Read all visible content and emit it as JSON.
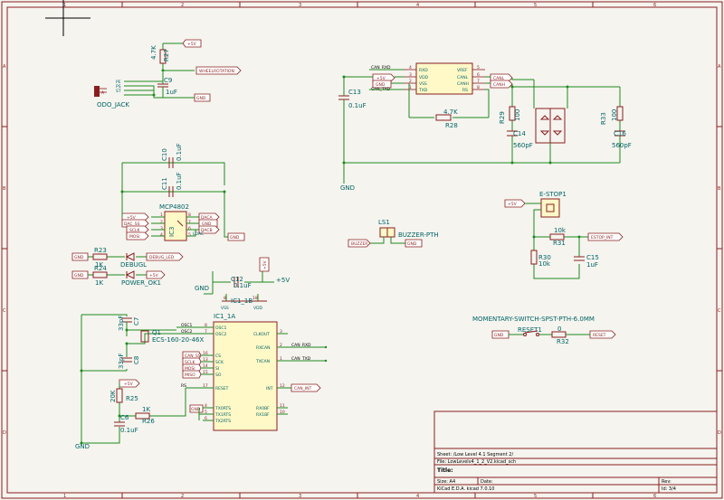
{
  "frame": {
    "columns": [
      "1",
      "2",
      "3",
      "4",
      "5",
      "6"
    ],
    "rows": [
      "A",
      "B",
      "C",
      "D"
    ]
  },
  "odo": {
    "jack_ref": "ODO_JACK",
    "pins": [
      "PE",
      "PS",
      "ST",
      "A"
    ],
    "r27_ref": "R27",
    "r27_val": "4.7K",
    "vcc": "+5V",
    "wheel_label": "WHEELROTATION",
    "c9_ref": "C9",
    "c9_val": "1uF",
    "gnd": "GND"
  },
  "can": {
    "pins_left": [
      "CAN_RXD",
      "+5V",
      "GND",
      "CAN_TXD"
    ],
    "pnums_left": [
      "4",
      "3",
      "2",
      "1"
    ],
    "pins_inner_left": [
      "RXD",
      "VDD",
      "VSS",
      "TXD"
    ],
    "pins_inner_right": [
      "VREF",
      "CANL",
      "CANH",
      "RS"
    ],
    "pnums_right": [
      "5",
      "6",
      "7",
      "8"
    ],
    "out_labels": [
      "CANL",
      "CANH"
    ],
    "c13_ref": "C13",
    "c13_val": "0.1uF",
    "gnd": "GND",
    "r28_ref": "R28",
    "r28_val": "4.7K",
    "r29_ref": "R29",
    "r29_val": "100",
    "r33_ref": "R33",
    "r33_val": "100",
    "c14_ref": "C14",
    "c14_val": "560pF",
    "c16_ref": "C16",
    "c16_val": "560pF"
  },
  "mcp": {
    "c10_ref": "C10",
    "c10_val": "0.1uF",
    "c11_ref": "C11",
    "c11_val": "0.1uF",
    "ref": "IC3",
    "name": "MCP4802",
    "left_labels": [
      "+5V",
      "DAC_SS",
      "SCLK",
      "MOSI"
    ],
    "right_labels": [
      "DACA",
      "GND",
      "DACB"
    ],
    "right_pnums": [
      "8",
      "7",
      "6",
      "5"
    ],
    "left_pnums": [
      "1",
      "2",
      "3",
      "4"
    ],
    "gnd": "GND",
    "value_tag": "LDAC"
  },
  "leds": {
    "r23_ref": "R23",
    "r23_val": "1K",
    "led1_ref": "DEBUGL",
    "debug_label": "DEBUG_LED",
    "r24_ref": "R24",
    "r24_val": "1K",
    "led2_ref": "POWER_OK1",
    "vcc_label": "+5V",
    "gnd": "GND"
  },
  "pwr": {
    "c12_ref": "C12",
    "c12_val": "0.1uF",
    "vcc_flag": "+5V",
    "vcc": "+5V",
    "gnd": "GND",
    "ic_ref": "IC1_1B",
    "vss": "VSS",
    "vdd": "VDD",
    "pnums": [
      "8",
      "18"
    ]
  },
  "mcu": {
    "ref": "IC1_1A",
    "left_pins": [
      "OSC1",
      "OSC2",
      "CS",
      "SCK",
      "SI",
      "SO",
      "RESET",
      "TX0RTS",
      "TX1RTS",
      "TX2RTS"
    ],
    "left_pnums": [
      "8",
      "7",
      "16",
      "13",
      "14",
      "15",
      "17",
      "4",
      "5",
      "6"
    ],
    "right_pins": [
      "CLKOUT",
      "RXCAN",
      "TXCAN",
      "INT",
      "RX0BF",
      "RX1BF"
    ],
    "right_pnums": [
      "3",
      "2",
      "1",
      "12",
      "11",
      "10"
    ],
    "in_labels": [
      "CAN_SS",
      "SCLK",
      "MOSI",
      "MISO"
    ],
    "out_nets": [
      "CAN_RXD",
      "CAN_TXD"
    ],
    "int_label": "CAN_INT",
    "osc_net1": "OSC1",
    "osc_net2": "OSC2",
    "rs_net": "RS",
    "c7_ref": "C7",
    "c7_val": "33pF",
    "c8_ref": "C8",
    "c8_val": "33pF",
    "q1_ref": "Q1",
    "q1_val": "ECS-160-20-46X",
    "r25_ref": "R25",
    "r25_val": "20K",
    "vcc": "+5V",
    "r26_ref": "R26",
    "r26_val": "1K",
    "c6_ref": "C6",
    "c6_val": "0.1uF",
    "gnd": "GND",
    "gnd_small": "GND"
  },
  "buzzer": {
    "ref": "LS1",
    "val": "BUZZER-PTH",
    "in_label": "BUZZER",
    "gnd": "GND"
  },
  "estop": {
    "ref": "E-STOP1",
    "vcc": "+5V",
    "r31_ref": "R31",
    "r31_val": "10k",
    "out_label": "ESTOP_INT",
    "r30_ref": "R30",
    "r30_val": "10k",
    "c15_ref": "C15",
    "c15_val": "1uF"
  },
  "reset": {
    "title": "MOMENTARY-SWITCH-SPST-PTH-6.0MM",
    "sw_ref": "RESET1",
    "gnd": "GND",
    "r32_ref": "R32",
    "r32_val": "0",
    "out_label": "RESET"
  },
  "titleblock": {
    "sheet": "Sheet: /Low Level 4.1 Segment 2/",
    "file": "File: LowLevelv4_1_2_V2.kicad_sch",
    "title_label": "Title:",
    "size": "Size: A4",
    "date": "Date:",
    "rev": "Rev:",
    "tool": "KiCad E.D.A.  kicad 7.0.10",
    "id": "Id: 3/4"
  }
}
